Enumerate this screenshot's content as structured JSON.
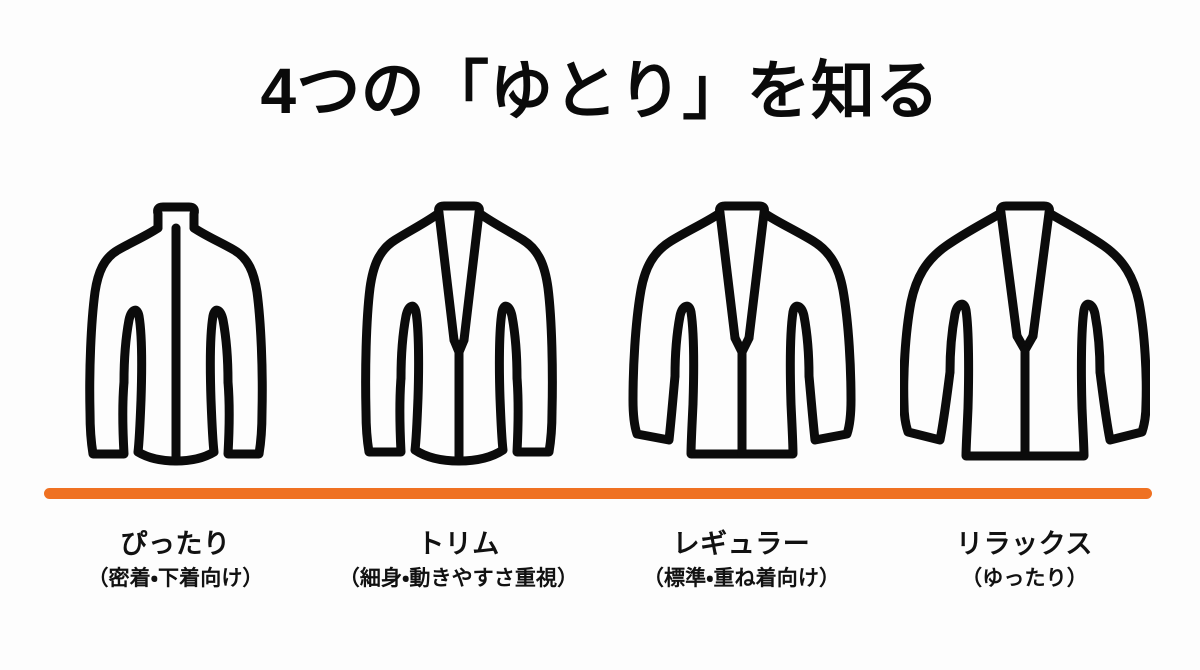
{
  "slide": {
    "title": "4つの「ゆとり」を知る",
    "background_color": "#fdfdfd",
    "ink_color": "#111111",
    "accent_color": "#ef7122"
  },
  "divider": {
    "name": "orange-rule",
    "color": "#ef7122"
  },
  "items": [
    {
      "id": "fit-snug",
      "icon": "jacket-zip-slim-icon",
      "label": "ぴったり",
      "sub_label": "（密着・下着向け）"
    },
    {
      "id": "fit-trim",
      "icon": "jacket-open-trim-icon",
      "label": "トリム",
      "sub_label": "（細身・動きやすさ重視）"
    },
    {
      "id": "fit-regular",
      "icon": "jacket-open-regular-icon",
      "label": "レギュラー",
      "sub_label": "（標準・重ね着向け）"
    },
    {
      "id": "fit-relaxed",
      "icon": "jacket-open-relaxed-icon",
      "label": "リラックス",
      "sub_label": "（ゆったり）"
    }
  ]
}
